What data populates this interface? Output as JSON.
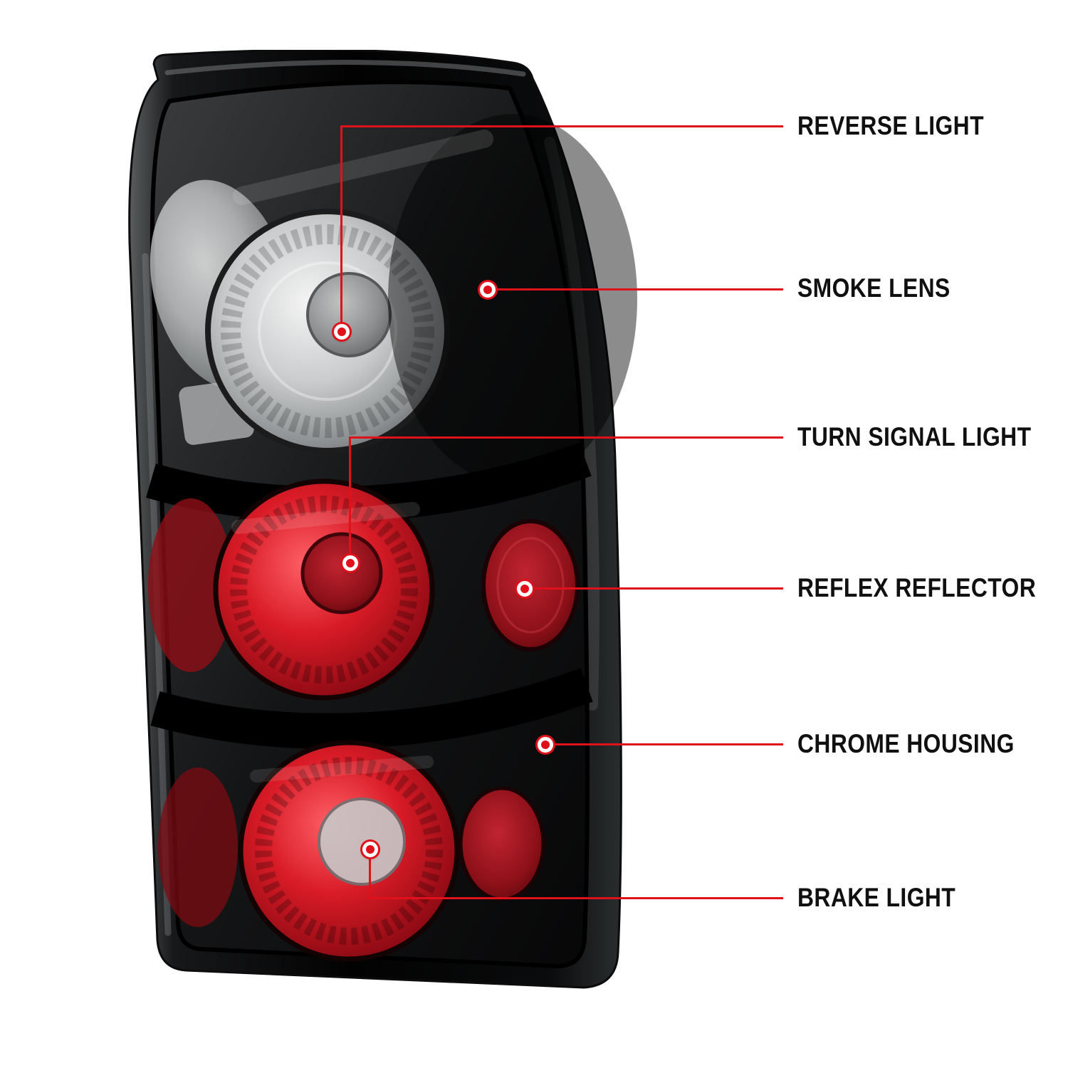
{
  "page": {
    "background": "#ffffff"
  },
  "diagram": {
    "subject": "smoked-euro-tail-light",
    "accent_color": "#e0111a",
    "marker_style": {
      "dot": "#e0111a",
      "ring": "#ffffff"
    },
    "callouts": [
      {
        "id": "reverse-light",
        "label": "REVERSE LIGHT"
      },
      {
        "id": "smoke-lens",
        "label": "SMOKE LENS"
      },
      {
        "id": "turn-signal-light",
        "label": "TURN SIGNAL LIGHT"
      },
      {
        "id": "reflex-reflector",
        "label": "REFLEX REFLECTOR"
      },
      {
        "id": "chrome-housing",
        "label": "CHROME HOUSING"
      },
      {
        "id": "brake-light",
        "label": "BRAKE LIGHT"
      }
    ]
  }
}
